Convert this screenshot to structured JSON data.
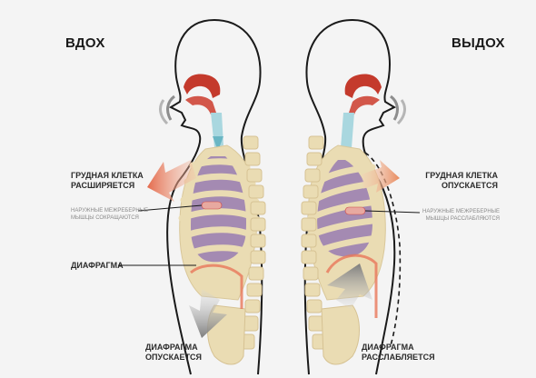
{
  "diagram": {
    "left": {
      "title": "ВДОХ",
      "chest_label_1": "ГРУДНАЯ КЛЕТКА",
      "chest_label_2": "РАСШИРЯЕТСЯ",
      "muscles_label_1": "НАРУЖНЫЕ МЕЖРЕБЕРНЫЕ",
      "muscles_label_2": "МЫШЦЫ СОКРАЩАЮТСЯ",
      "diaphragm_label": "ДИАФРАГМА",
      "bottom_label_1": "ДИАФРАГМА",
      "bottom_label_2": "ОПУСКАЕТСЯ"
    },
    "right": {
      "title": "ВЫДОХ",
      "chest_label_1": "ГРУДНАЯ КЛЕТКА",
      "chest_label_2": "ОПУСКАЕТСЯ",
      "muscles_label_1": "НАРУЖНЫЕ МЕЖРЕБЕРНЫЕ",
      "muscles_label_2": "МЫШЦЫ РАССЛАБЛЯЮТСЯ",
      "bottom_label_1": "ДИАФРАГМА",
      "bottom_label_2": "РАССЛАБЛЯЕТСЯ"
    },
    "colors": {
      "background": "#f4f4f4",
      "outline": "#1a1a1a",
      "bone": "#eadcb3",
      "lung": "#a48ab2",
      "airway": "#c43a2c",
      "trachea": "#a9d7df",
      "arrow_orange": "#e8775a",
      "arrow_gray": "#8d8d8d"
    }
  }
}
